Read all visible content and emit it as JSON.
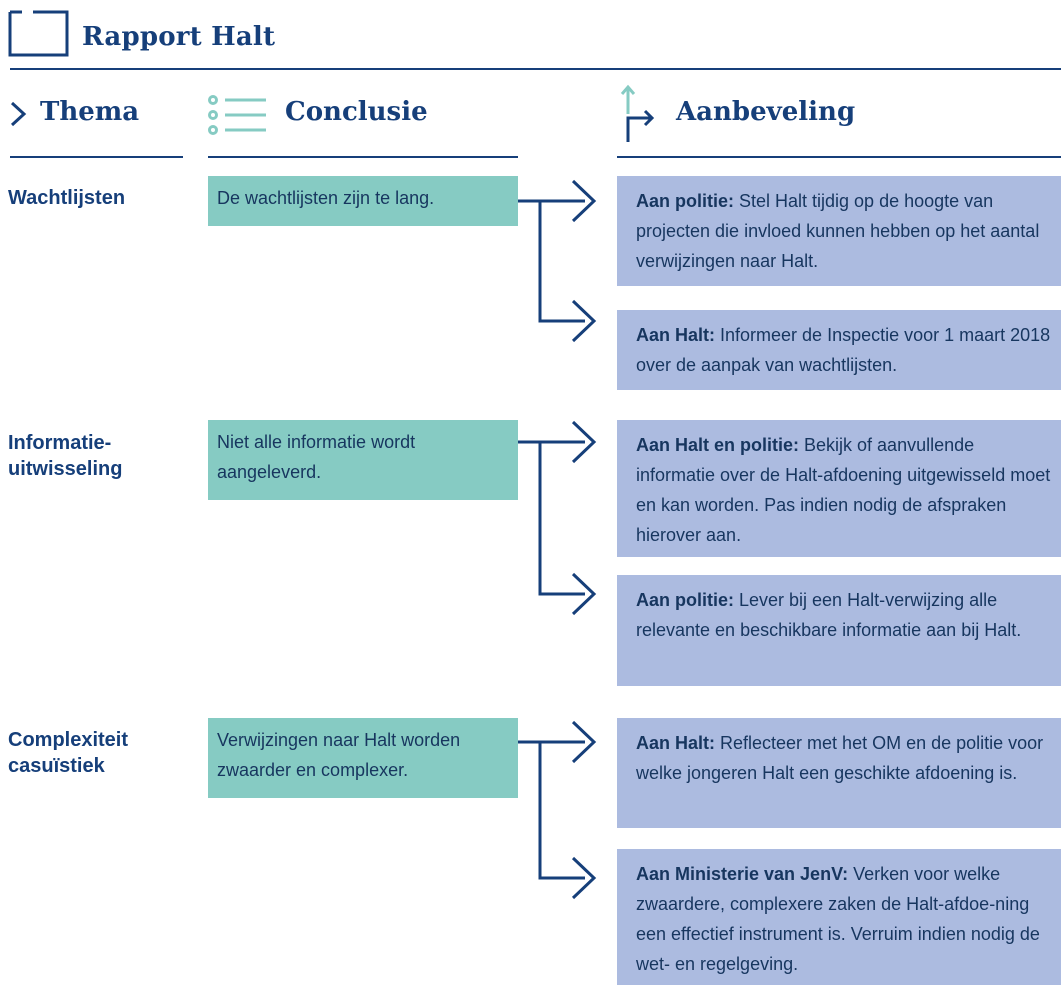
{
  "header": {
    "title": "Rapport Halt"
  },
  "columns": {
    "thema": "Thema",
    "conclusie": "Conclusie",
    "aanbeveling": "Aanbeveling"
  },
  "rows": [
    {
      "theme": "Wachtlijsten",
      "conclusion": "De wachtlijsten zijn te lang.",
      "recommendations": [
        {
          "lead": "Aan politie:",
          "text": " Stel Halt tijdig op de hoogte van projecten die invloed kunnen hebben op het aantal verwijzingen naar Halt."
        },
        {
          "lead": "Aan Halt:",
          "text": " Informeer de Inspectie voor 1 maart 2018 over de aanpak van wachtlijsten."
        }
      ]
    },
    {
      "theme": "Informatie-uitwisseling",
      "theme_line1": "Informatie-",
      "theme_line2": "uitwisseling",
      "conclusion": "Niet alle informatie wordt aangeleverd.",
      "recommendations": [
        {
          "lead": "Aan Halt en politie:",
          "text": " Bekijk of aanvullende informatie over de Halt-afdoening uitgewisseld moet en kan worden. Pas indien nodig de afspraken hierover aan."
        },
        {
          "lead": "Aan politie:",
          "text": " Lever bij een Halt-verwijzing alle relevante en beschikbare informatie aan bij Halt."
        }
      ]
    },
    {
      "theme": "Complexiteit casuïstiek",
      "theme_line1": "Complexiteit",
      "theme_line2": "casuïstiek",
      "conclusion": "Verwijzingen naar Halt worden zwaarder en complexer.",
      "recommendations": [
        {
          "lead": "Aan Halt:",
          "text": " Reflecteer met het OM en de politie voor welke jongeren Halt een geschikte afdoening is."
        },
        {
          "lead": "Aan Ministerie van JenV:",
          "text": " Verken voor welke zwaardere, complexere zaken de Halt-afdoe-ning een effectief instrument is. Verruim indien nodig de wet- en regelgeving."
        }
      ]
    }
  ],
  "colors": {
    "navy": "#163f7a",
    "conclusion_fill": "#86cbc3",
    "recommendation_fill": "#acbbe0"
  },
  "icons": {
    "title": "document-frame-icon",
    "thema": "chevron-right-icon",
    "conclusie": "list-icon",
    "aanbeveling": "branch-arrows-icon"
  }
}
